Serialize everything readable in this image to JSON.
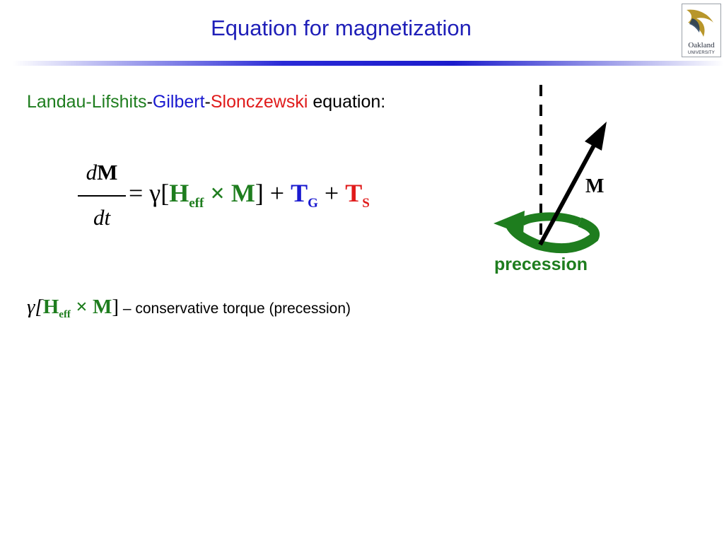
{
  "slide": {
    "title": "Equation for magnetization",
    "logo": {
      "line1": "Oakland",
      "line2": "UNIVERSITY"
    },
    "subtitle": {
      "part1": "Landau-Lifshits",
      "sep1": "-",
      "part2": "Gilbert",
      "sep2": "-",
      "part3": "Slonczewski",
      "rest": " equation:"
    },
    "equation": {
      "numerator_d": "d",
      "numerator_M": "M",
      "denominator": "dt",
      "equals_gamma": "= γ[",
      "H": "H",
      "eff": "eff",
      "cross_M": " × M",
      "bracket_plus": "] + ",
      "TG": "T",
      "G": "G",
      "plus2": " + ",
      "TS": "T",
      "S": "S"
    },
    "term": {
      "gamma": "γ[",
      "H": "H",
      "eff": "eff",
      "cross_M": " × M",
      "close": "]",
      "description": " – conservative torque (precession)"
    },
    "diagram": {
      "vector_label": "M",
      "precession_label": "precession",
      "colors": {
        "precession": "#1e7d1e",
        "vector": "#000000"
      }
    },
    "colors": {
      "title": "#1f1fb8",
      "green": "#1e7d1e",
      "blue": "#1a1ad0",
      "red": "#e01b1b"
    }
  }
}
